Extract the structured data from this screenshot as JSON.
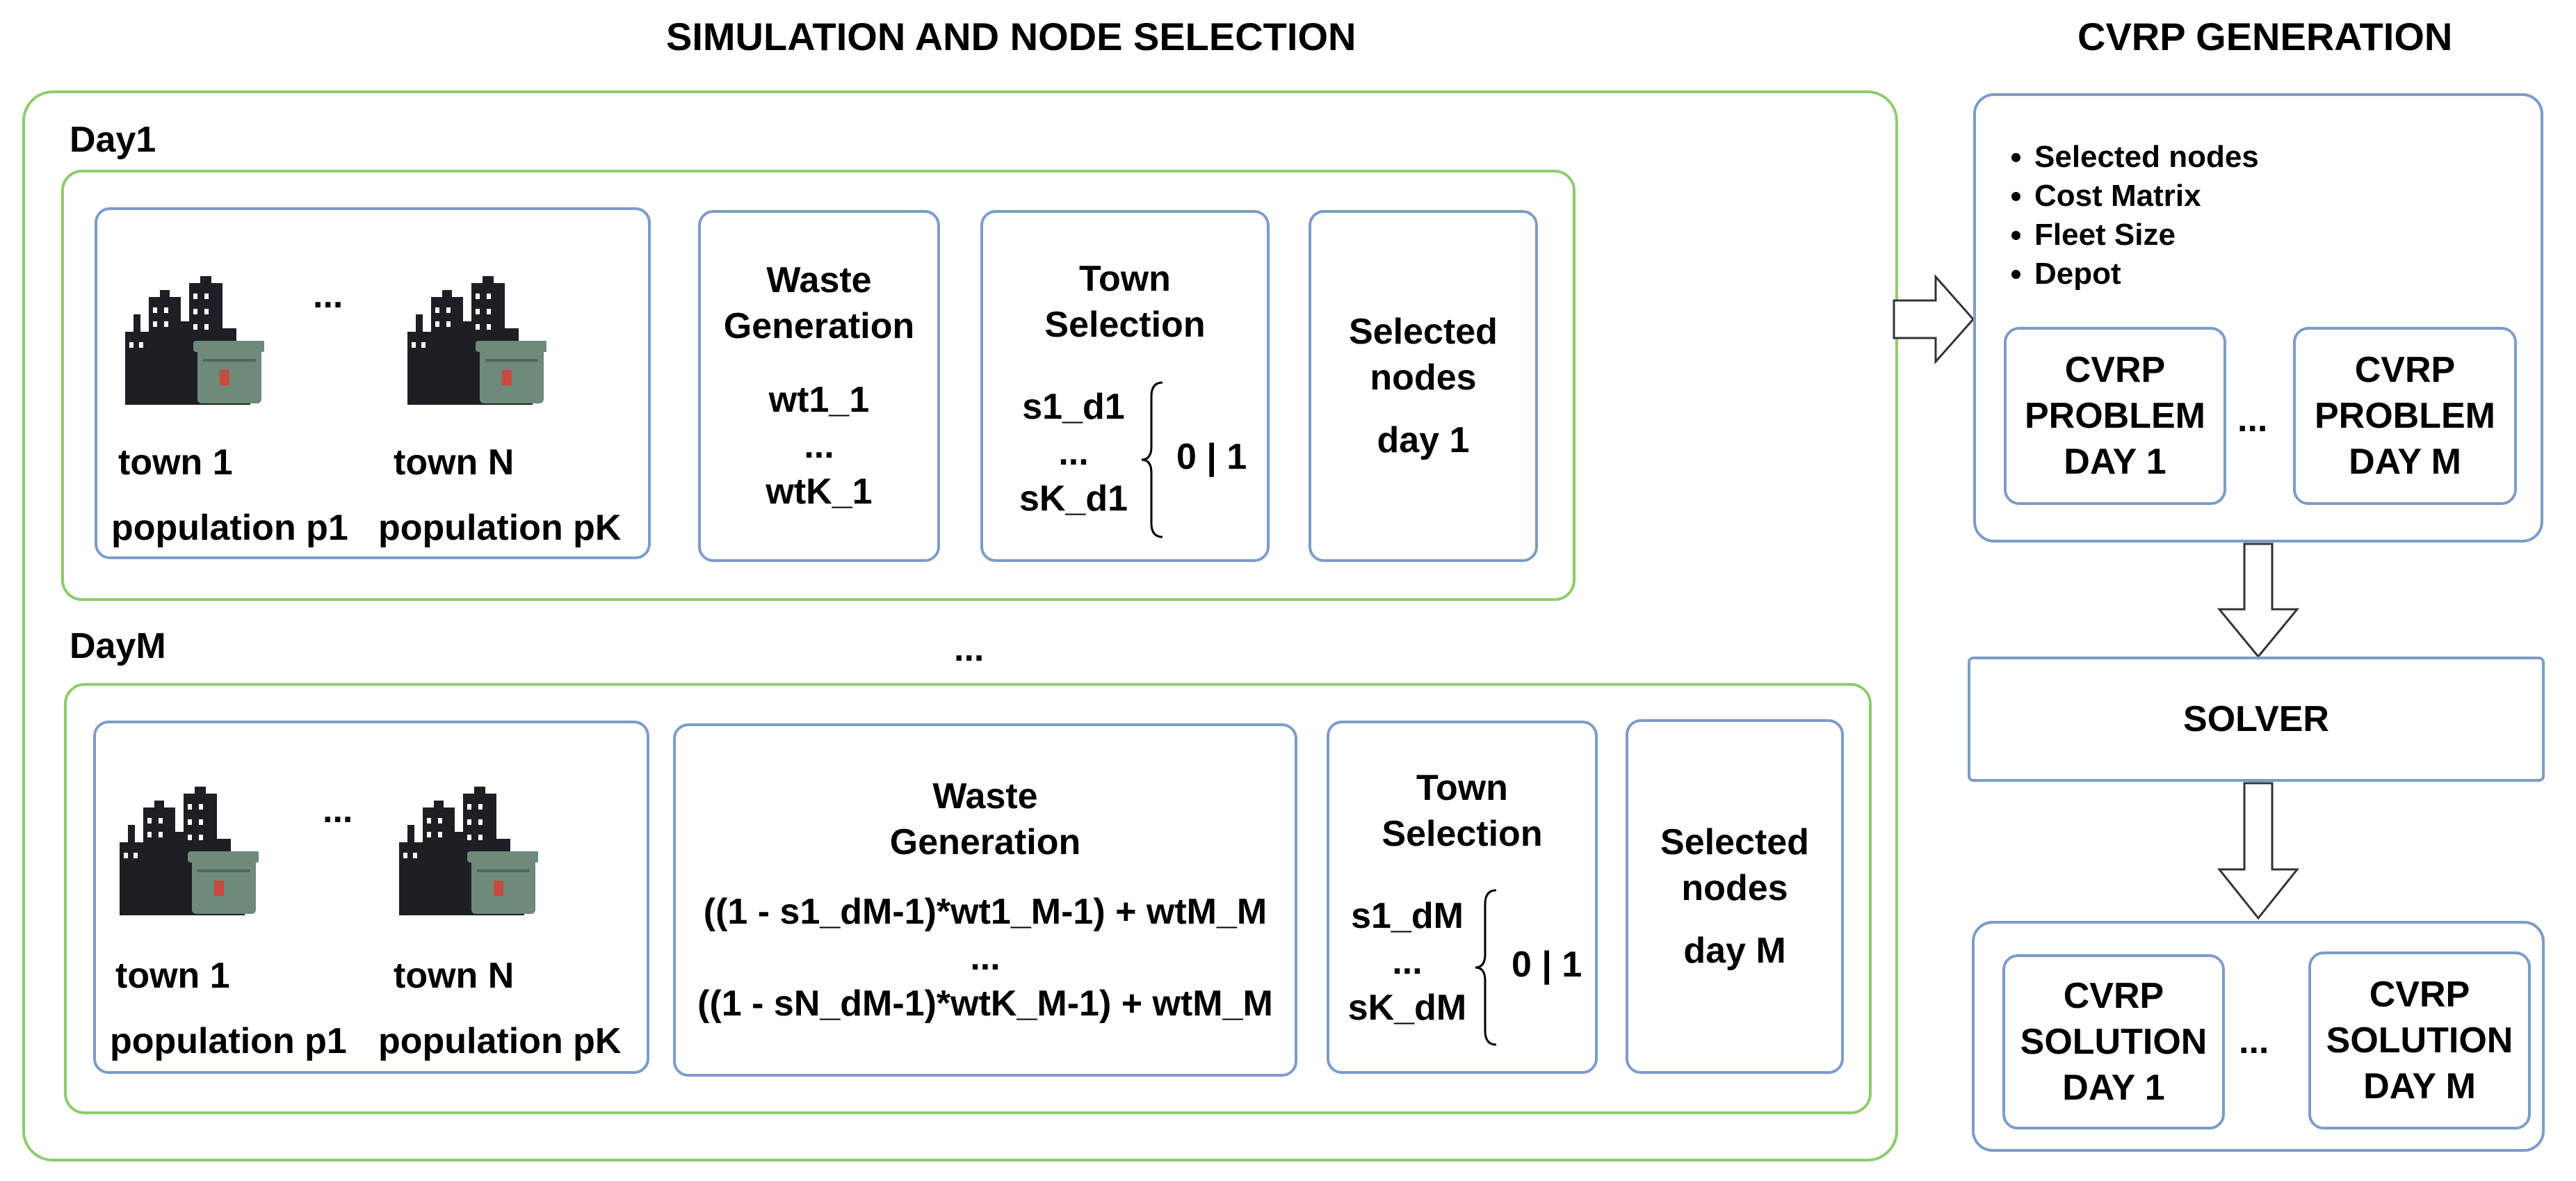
{
  "headings": {
    "simulation": "SIMULATION AND NODE SELECTION",
    "cvrp_generation": "CVRP GENERATION"
  },
  "day1": {
    "label": "Day1",
    "towns": {
      "ellipsis": "...",
      "town_first": "town 1",
      "town_last": "town N",
      "pop_first": "population p1",
      "pop_last": "population pK"
    },
    "waste": {
      "title_1": "Waste",
      "title_2": "Generation",
      "first": "wt1_1",
      "dots": "...",
      "last": "wtK_1"
    },
    "selection": {
      "title_1": "Town",
      "title_2": "Selection",
      "first": "s1_d1",
      "dots": "...",
      "last": "sK_d1",
      "value": "0 | 1"
    },
    "selected": {
      "line1": "Selected",
      "line2": "nodes",
      "line3": "day 1"
    }
  },
  "middle_dots": "...",
  "dayM": {
    "label": "DayM",
    "towns": {
      "ellipsis": "...",
      "town_first": "town 1",
      "town_last": "town N",
      "pop_first": "population p1",
      "pop_last": "population pK"
    },
    "waste": {
      "title_1": "Waste",
      "title_2": "Generation",
      "first": "((1 - s1_dM-1)*wt1_M-1) + wtM_M",
      "dots": "...",
      "last": "((1 - sN_dM-1)*wtK_M-1) + wtM_M"
    },
    "selection": {
      "title_1": "Town",
      "title_2": "Selection",
      "first": "s1_dM",
      "dots": "...",
      "last": "sK_dM",
      "value": "0 | 1"
    },
    "selected": {
      "line1": "Selected",
      "line2": "nodes",
      "line3": "day M"
    }
  },
  "cvrp": {
    "bullets": [
      "Selected nodes",
      "Cost Matrix",
      "Fleet Size",
      "Depot"
    ],
    "problem_first": {
      "l1": "CVRP",
      "l2": "PROBLEM",
      "l3": "DAY 1"
    },
    "problem_dots": "...",
    "problem_last": {
      "l1": "CVRP",
      "l2": "PROBLEM",
      "l3": "DAY M"
    }
  },
  "solver": "SOLVER",
  "solutions": {
    "first": {
      "l1": "CVRP",
      "l2": "SOLUTION",
      "l3": "DAY 1"
    },
    "dots": "...",
    "last": {
      "l1": "CVRP",
      "l2": "SOLUTION",
      "l3": "DAY M"
    }
  },
  "colors": {
    "group_border": "#8fcb6b",
    "box_border": "#7d9bc9",
    "building": "#1d1f24",
    "bin": "#6d8a7a"
  }
}
